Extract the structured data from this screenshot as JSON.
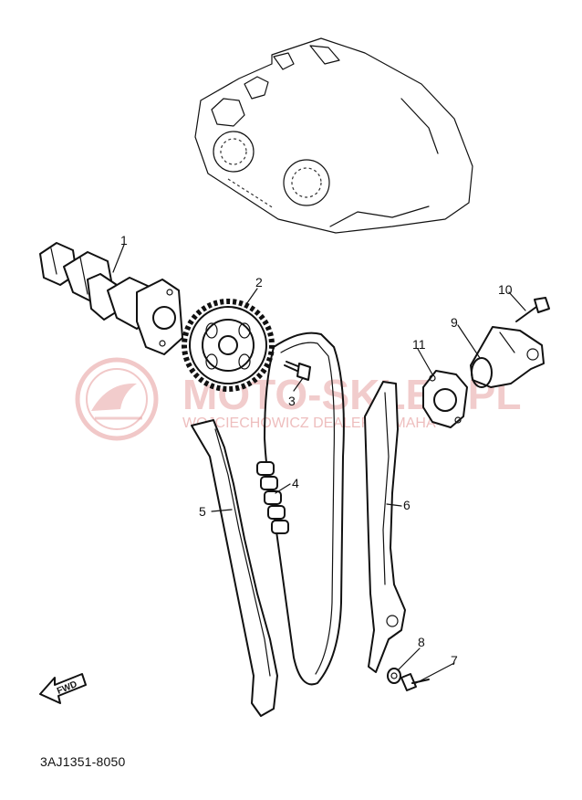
{
  "diagram": {
    "part_code": "3AJ1351-8050",
    "direction_label": "FWD",
    "callouts": [
      "1",
      "2",
      "3",
      "4",
      "5",
      "6",
      "7",
      "8",
      "9",
      "10",
      "11"
    ]
  },
  "watermark": {
    "brand": "MOTO-SKLEP.PL",
    "subline": "WOJCIECHOWICZ DEALER YAMAHA",
    "logo": "yamaha-style-emblem",
    "color": "#e7a3a3"
  }
}
